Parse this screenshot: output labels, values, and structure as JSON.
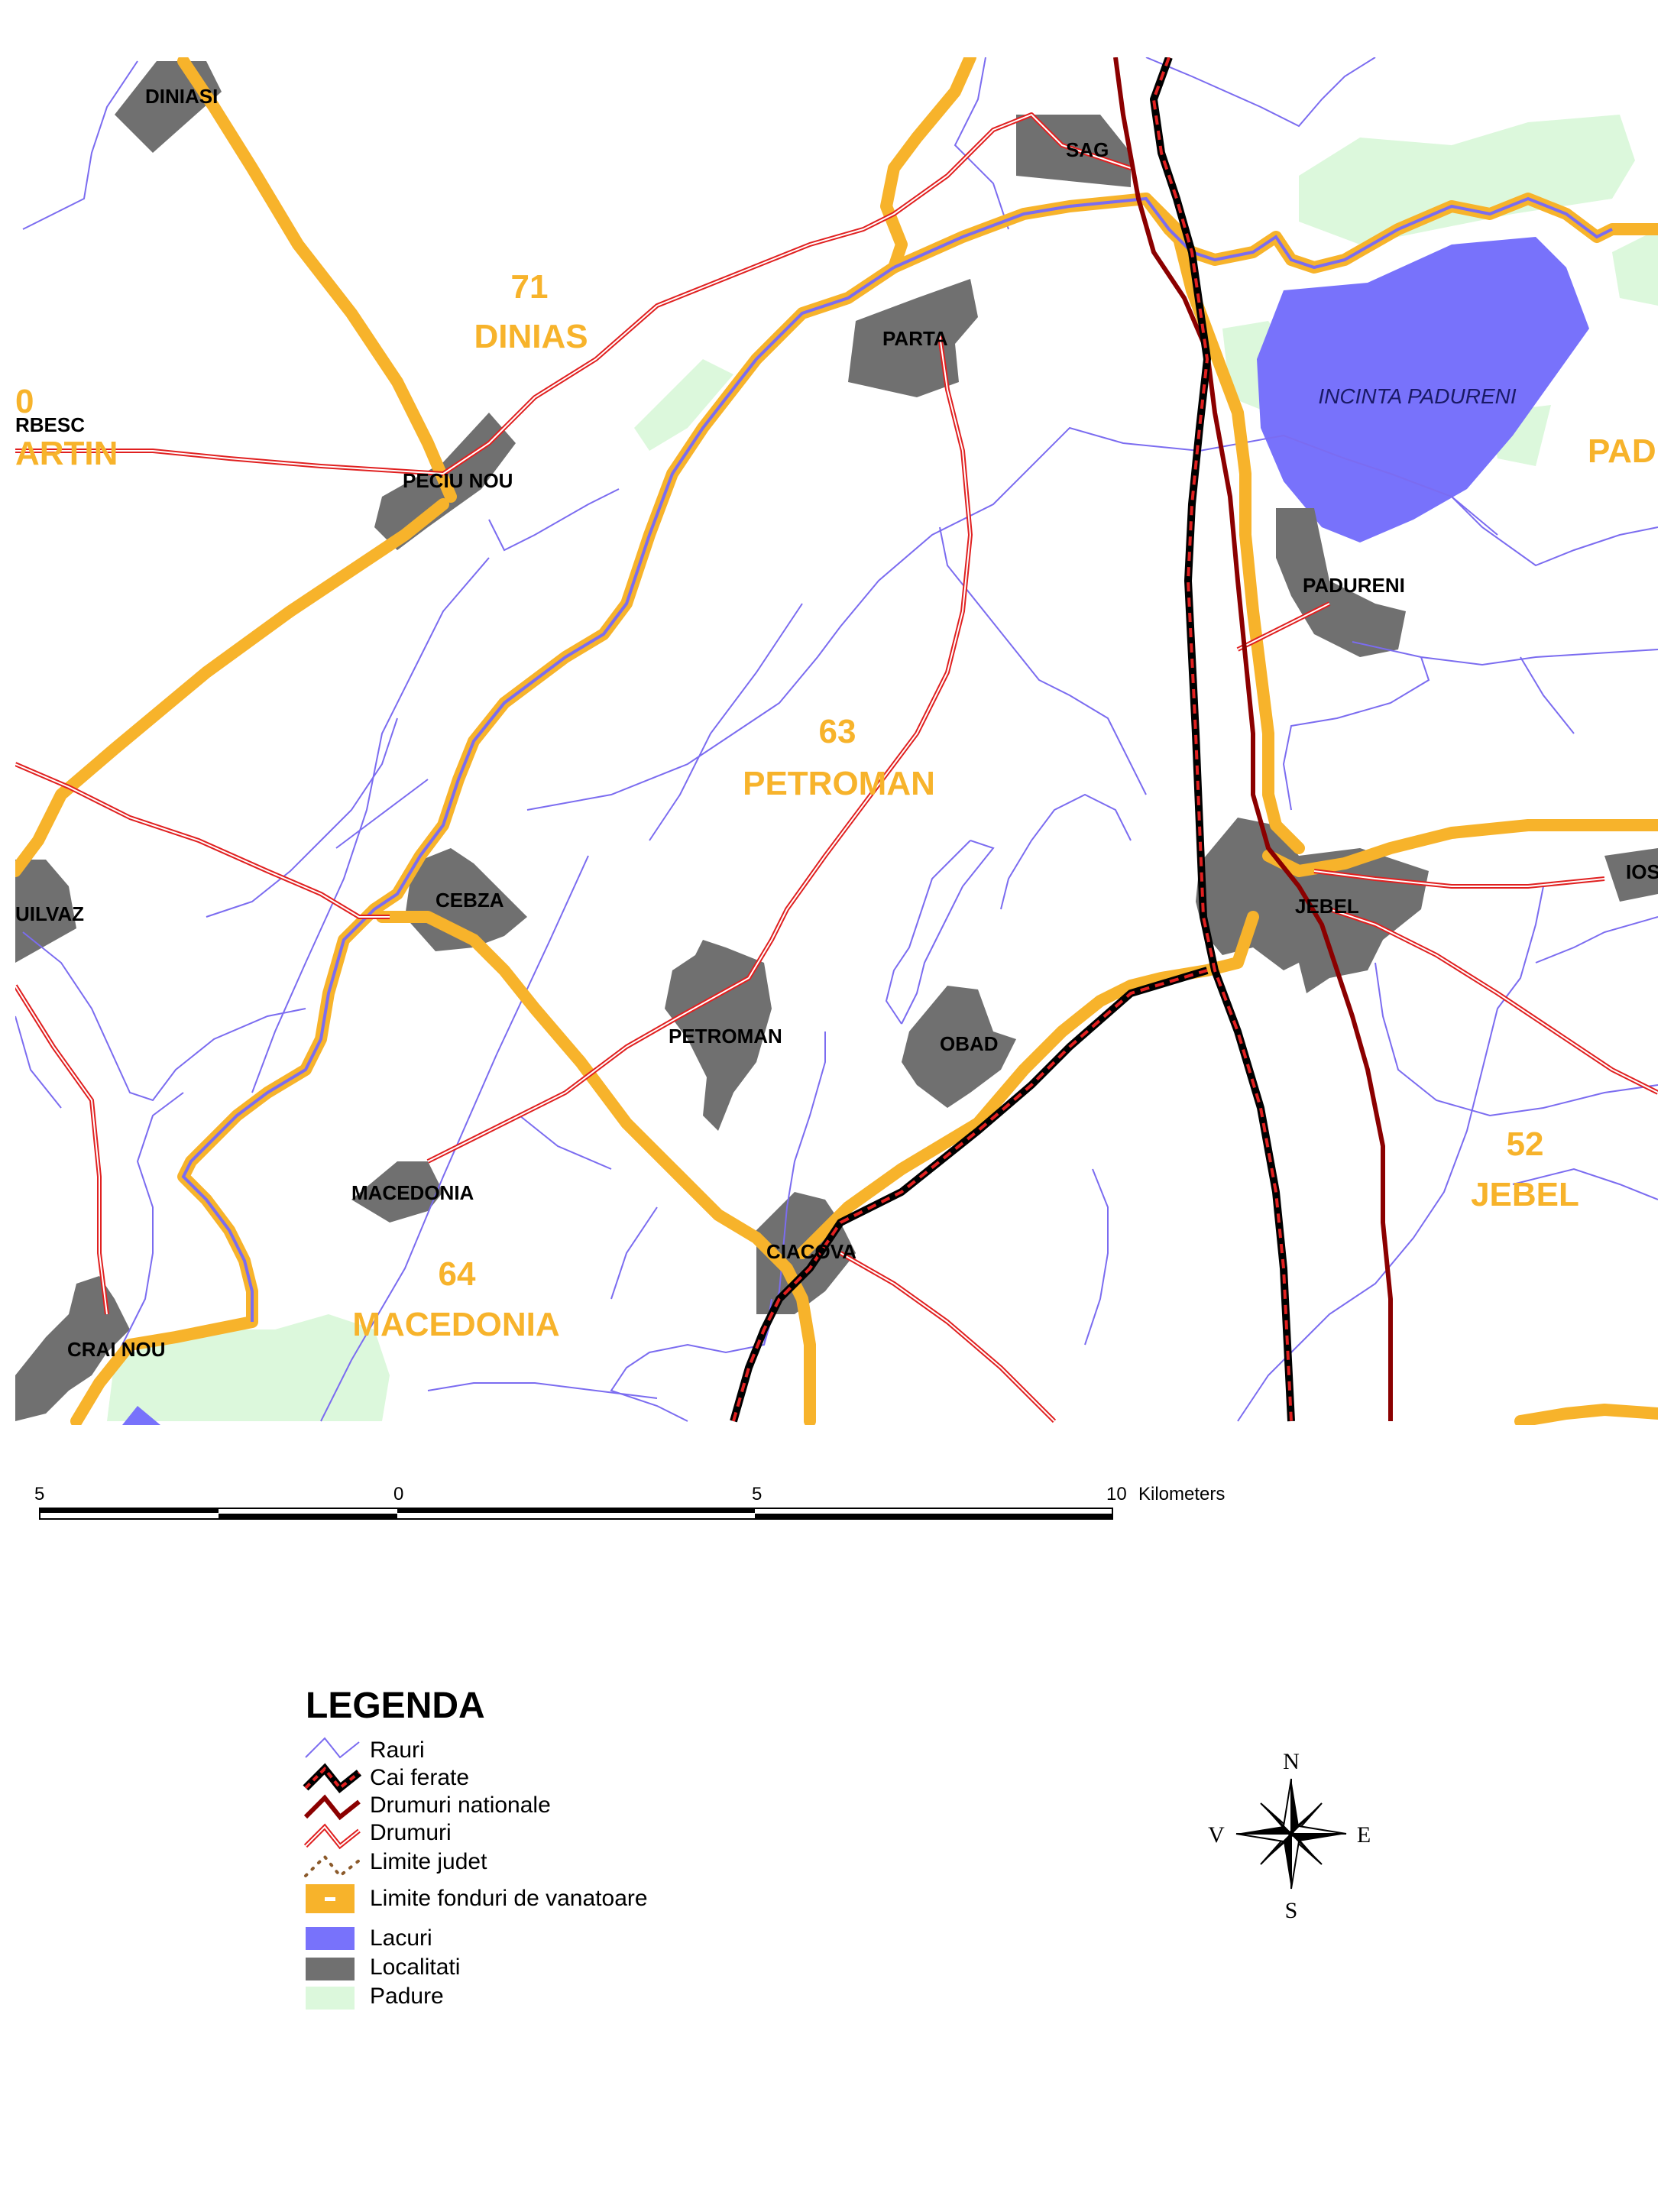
{
  "map": {
    "towns": [
      {
        "id": "diniasi",
        "label": "DINIASI"
      },
      {
        "id": "sag",
        "label": "SAG"
      },
      {
        "id": "parta",
        "label": "PARTA"
      },
      {
        "id": "peciu-nou",
        "label": "PECIU  NOU"
      },
      {
        "id": "rbesc",
        "label": "RBESC"
      },
      {
        "id": "padureni",
        "label": "PADURENI"
      },
      {
        "id": "cebza",
        "label": "CEBZA"
      },
      {
        "id": "uilvaz",
        "label": "UILVAZ"
      },
      {
        "id": "jebel",
        "label": "JEBEL"
      },
      {
        "id": "ios",
        "label": "IOS"
      },
      {
        "id": "petroman",
        "label": "PETROMAN"
      },
      {
        "id": "obad",
        "label": "OBAD"
      },
      {
        "id": "macedonia",
        "label": "MACEDONIA"
      },
      {
        "id": "ciacova",
        "label": "CIACOVA"
      },
      {
        "id": "crai-nou",
        "label": "CRAI NOU"
      }
    ],
    "hunting_funds": [
      {
        "id": "dinias",
        "number": "71",
        "name": "DINIAS"
      },
      {
        "id": "petroman",
        "number": "63",
        "name": "PETROMAN"
      },
      {
        "id": "macedonia",
        "number": "64",
        "name": "MACEDONIA"
      },
      {
        "id": "jebel",
        "number": "52",
        "name": "JEBEL"
      },
      {
        "id": "martin-partial",
        "number": "0",
        "name": "ARTIN"
      },
      {
        "id": "pad-partial",
        "number": "",
        "name": "PAD"
      }
    ],
    "lake_label": "INCINTA PADURENI"
  },
  "scale_bar": {
    "ticks": [
      "5",
      "0",
      "5",
      "10"
    ],
    "unit": "Kilometers"
  },
  "legend": {
    "title": "LEGENDA",
    "items": [
      {
        "key": "rauri",
        "label": "Rauri"
      },
      {
        "key": "cai-ferate",
        "label": "Cai ferate"
      },
      {
        "key": "drumuri-nationale",
        "label": "Drumuri nationale"
      },
      {
        "key": "drumuri",
        "label": "Drumuri"
      },
      {
        "key": "limite-judet",
        "label": "Limite judet"
      },
      {
        "key": "limite-fonduri",
        "label": "Limite fonduri de vanatoare"
      },
      {
        "key": "lacuri",
        "label": "Lacuri"
      },
      {
        "key": "localitati",
        "label": "Localitati"
      },
      {
        "key": "padure",
        "label": "Padure"
      }
    ]
  },
  "compass": {
    "n": "N",
    "s": "S",
    "e": "E",
    "v": "V"
  },
  "colors": {
    "fund_boundary": "#f7b32b",
    "river": "#7b6cf0",
    "road": "#e02020",
    "railway": "#000000",
    "lake": "#7872fb",
    "locality": "#707070",
    "forest": "#dcf8dc"
  }
}
